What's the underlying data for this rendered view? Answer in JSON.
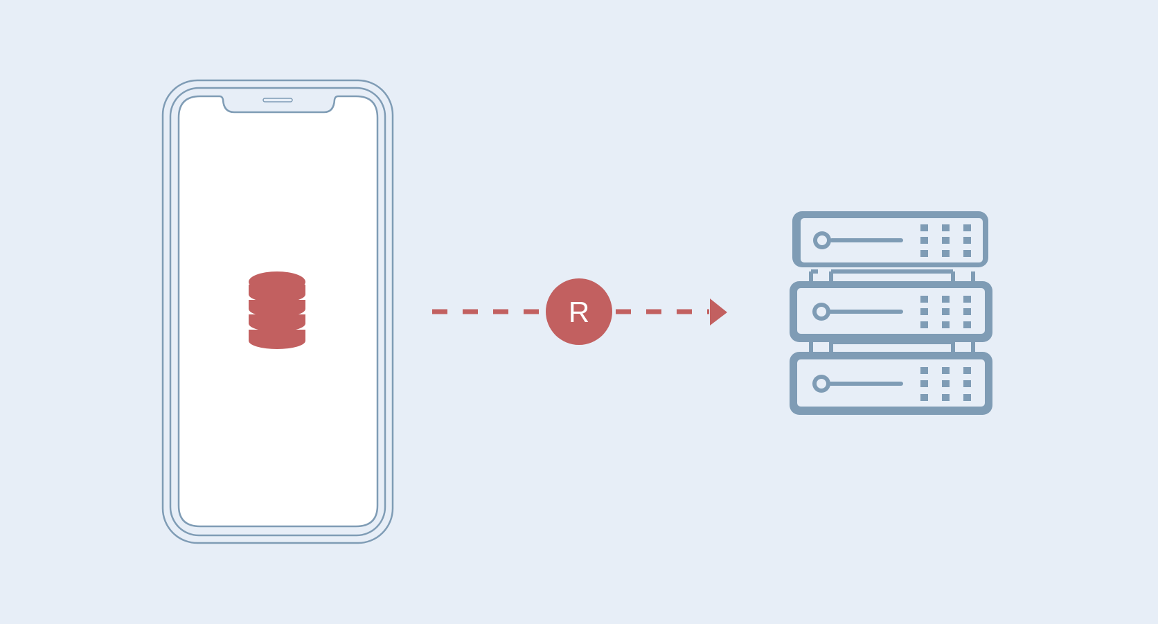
{
  "colors": {
    "background": "#e7eef7",
    "outline": "#7f9cb5",
    "accent": "#c26060",
    "screen": "#ffffff"
  },
  "phone": {
    "icon": "smartphone-icon",
    "content_icon": "database-icon"
  },
  "connector": {
    "style": "dashed-arrow",
    "badge_label": "R"
  },
  "server": {
    "icon": "server-rack-icon",
    "units": 3
  }
}
